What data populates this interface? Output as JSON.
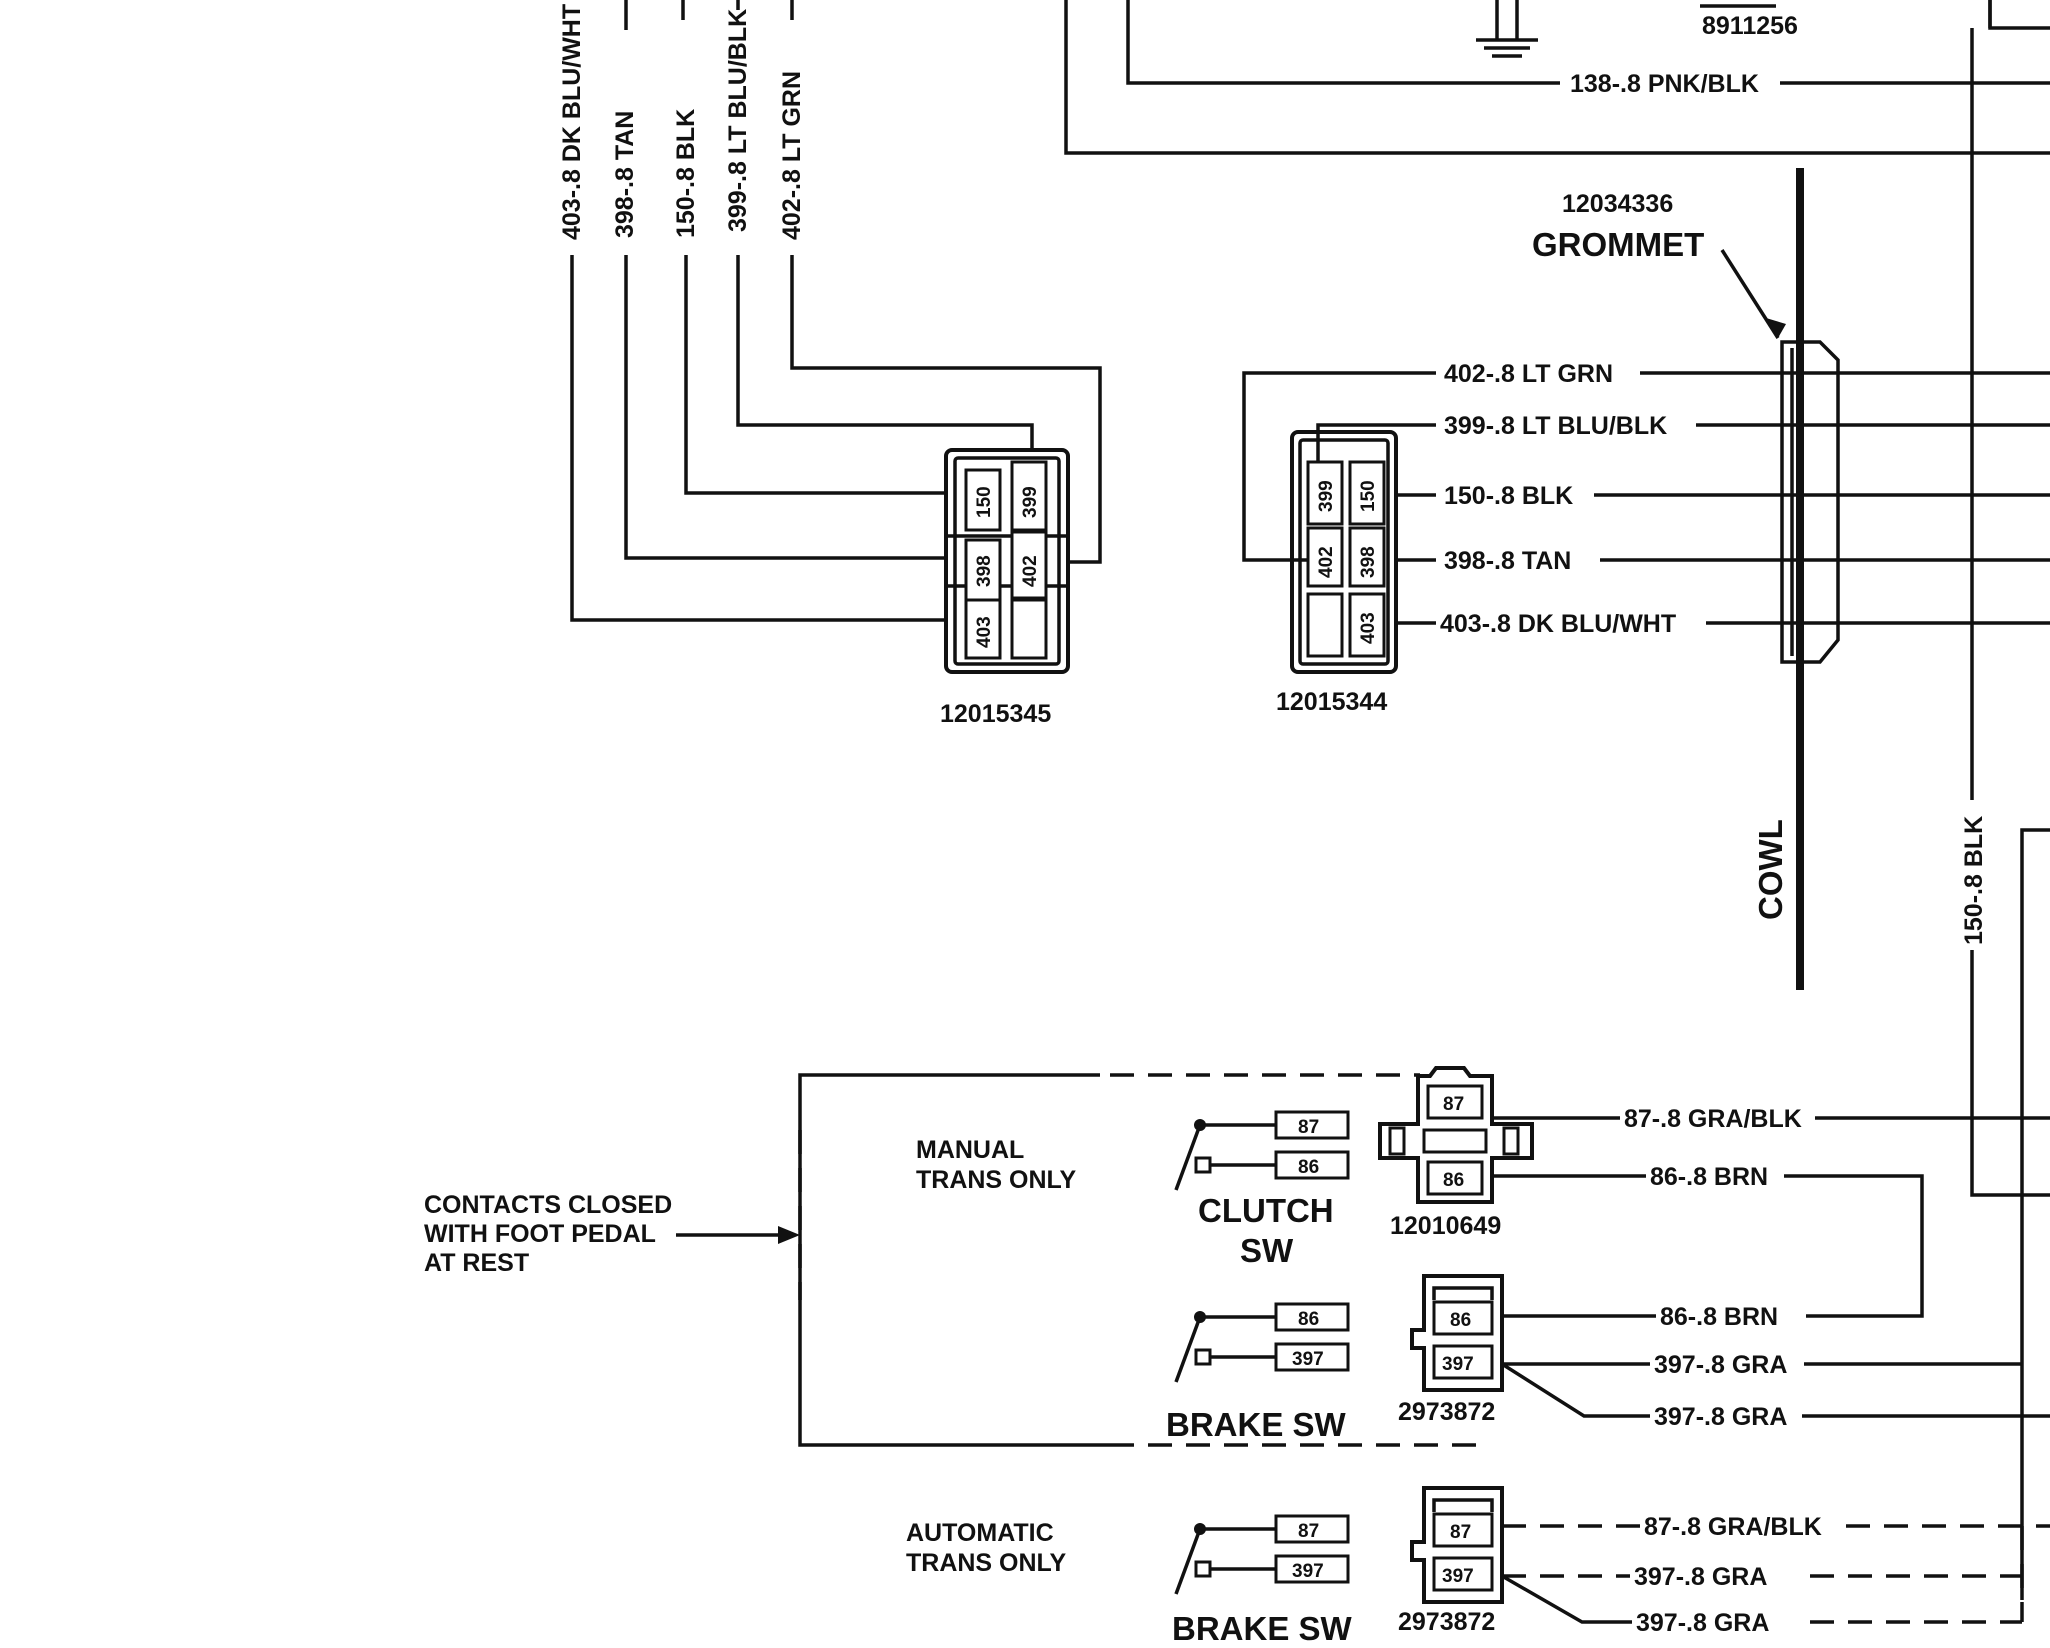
{
  "wires": {
    "top_vertical": {
      "w403": "403-.8 DK BLU/WHT",
      "w398": "398-.8 TAN",
      "w150": "150-.8 BLK",
      "w399": "399-.8 LT BLU/BLK",
      "w402": "402-.8 LT GRN"
    },
    "top": {
      "pnk": "138-.8 PNK/BLK"
    },
    "right_connector": {
      "w402": "402-.8 LT GRN",
      "w399": "399-.8 LT BLU/BLK",
      "w150": "150-.8 BLK",
      "w398": "398-.8 TAN",
      "w403": "403-.8 DK BLU/WHT"
    },
    "vertical_right": "150-.8 BLK",
    "clutch": {
      "w87": "87-.8 GRA/BLK",
      "w86": "86-.8 BRN"
    },
    "brake_manual": {
      "w86": "86-.8 BRN",
      "w397a": "397-.8 GRA",
      "w397b": "397-.8 GRA"
    },
    "brake_auto": {
      "w87": "87-.8 GRA/BLK",
      "w397a": "397-.8 GRA",
      "w397b": "397-.8 GRA"
    }
  },
  "parts": {
    "top_part": "8911256",
    "grommet_number": "12034336",
    "grommet": "GROMMET",
    "conn_left": "12015345",
    "conn_right": "12015344",
    "clutch_conn": "12010649",
    "brake_conn_manual": "2973872",
    "brake_conn_auto": "2973872",
    "cowl": "COWL"
  },
  "pins": {
    "left": {
      "p150": "150",
      "p399": "399",
      "p398": "398",
      "p402": "402",
      "p403": "403"
    },
    "right": {
      "p399": "399",
      "p150": "150",
      "p402": "402",
      "p398": "398",
      "p403": "403"
    },
    "clutch_sw": {
      "p87": "87",
      "p86": "86"
    },
    "clutch_conn": {
      "p87": "87",
      "p86": "86"
    },
    "brake_sw_manual": {
      "p86": "86",
      "p397": "397"
    },
    "brake_conn_manual": {
      "p86": "86",
      "p397": "397"
    },
    "brake_sw_auto": {
      "p87": "87",
      "p397": "397"
    },
    "brake_conn_auto": {
      "p87": "87",
      "p397": "397"
    }
  },
  "labels": {
    "contacts": [
      "CONTACTS CLOSED",
      "WITH FOOT PEDAL",
      "AT REST"
    ],
    "manual": [
      "MANUAL",
      "TRANS ONLY"
    ],
    "automatic": [
      "AUTOMATIC",
      "TRANS ONLY"
    ],
    "clutch_sw": [
      "CLUTCH",
      "SW"
    ],
    "brake_sw_manual": "BRAKE SW",
    "brake_sw_auto": "BRAKE SW"
  }
}
